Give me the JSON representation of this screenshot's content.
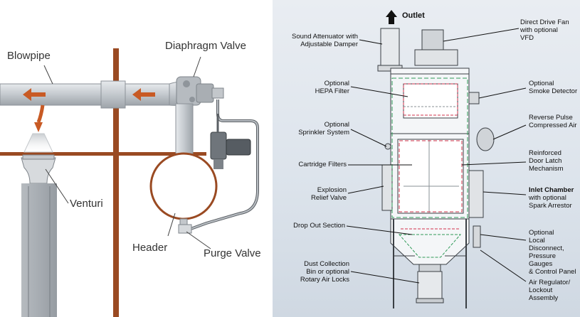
{
  "left_diagram": {
    "labels": {
      "blowpipe": "Blowpipe",
      "diaphragm_valve": "Diaphragm Valve",
      "venturi": "Venturi",
      "header": "Header",
      "purge_valve": "Purge Valve"
    },
    "colors": {
      "pipe": "#bfc4c9",
      "wall": "#9a4a22",
      "arrow": "#c85a24",
      "header_outline": "#9a4a22"
    }
  },
  "right_diagram": {
    "outlet": "Outlet",
    "left_labels": {
      "sound_attenuator": [
        "Sound Attenuator with",
        "Adjustable Damper"
      ],
      "hepa_filter": [
        "Optional",
        "HEPA Filter"
      ],
      "sprinkler": [
        "Optional",
        "Sprinkler System"
      ],
      "cartridge_filters": [
        "Cartridge Filters"
      ],
      "explosion_relief": [
        "Explosion",
        "Relief Valve"
      ],
      "drop_out": [
        "Drop Out Section"
      ],
      "dust_collection": [
        "Dust Collection",
        "Bin or optional",
        "Rotary Air Locks"
      ]
    },
    "right_labels": {
      "direct_drive_fan": [
        "Direct Drive Fan",
        "with optional",
        "VFD"
      ],
      "smoke_detector": [
        "Optional",
        "Smoke Detector"
      ],
      "reverse_pulse": [
        "Reverse Pulse",
        "Compressed Air"
      ],
      "door_latch": [
        "Reinforced",
        "Door Latch",
        "Mechanism"
      ],
      "inlet_chamber_title": "Inlet Chamber",
      "inlet_chamber": [
        "with optional",
        "Spark Arrestor"
      ],
      "local_disconnect": [
        "Optional",
        "Local Disconnect,",
        "Pressure Gauges",
        "& Control Panel"
      ],
      "air_regulator": [
        "Air Regulator/",
        "Lockout Assembly"
      ]
    },
    "colors": {
      "background": "#dde4ec",
      "accent_red": "#d2334b",
      "accent_green": "#2f9a57"
    }
  }
}
